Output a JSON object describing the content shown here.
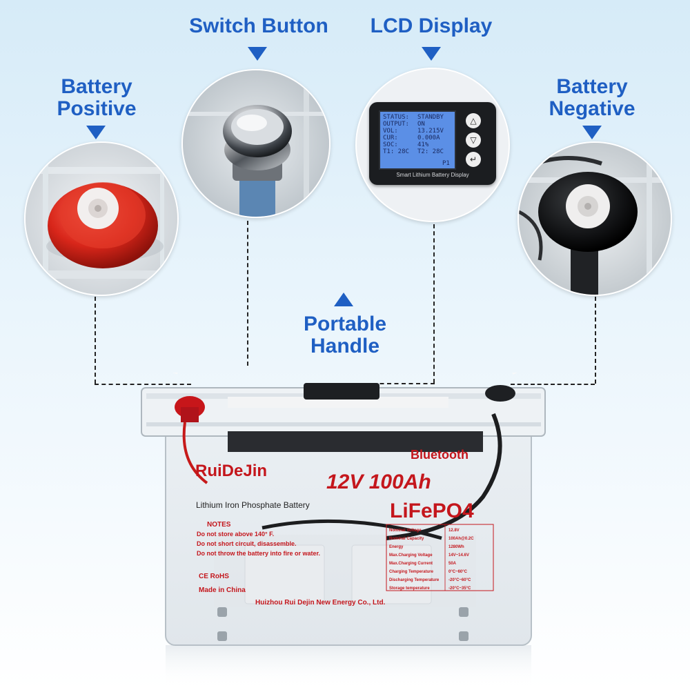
{
  "callouts": {
    "switch_button": "Switch Button",
    "lcd_display": "LCD Display",
    "battery_positive_line1": "Battery",
    "battery_positive_line2": "Positive",
    "battery_negative_line1": "Battery",
    "battery_negative_line2": "Negative",
    "portable_handle_line1": "Portable",
    "portable_handle_line2": "Handle"
  },
  "lcd": {
    "rows": [
      {
        "label": "STATUS:",
        "value": "STANDBY"
      },
      {
        "label": "OUTPUT:",
        "value": "ON"
      },
      {
        "label": "VOL:",
        "value": "13.215V"
      },
      {
        "label": "CUR:",
        "value": "0.000A"
      },
      {
        "label": "SOC:",
        "value": "41%"
      },
      {
        "label": "T1: 28C",
        "value": "T2: 28C"
      }
    ],
    "page": "P1",
    "caption": "Smart Lithium Battery Display"
  },
  "battery": {
    "brand": "RuiDeJin",
    "bluetooth": "Bluetooth",
    "voltage_capacity": "12V 100Ah",
    "chemistry": "LiFePO4",
    "type": "Lithium Iron Phosphate Battery",
    "notes_title": "NOTES",
    "notes": [
      "Do not store above 140° F.",
      "Do not short circuit, disassemble.",
      "Do not throw the battery into fire or water."
    ],
    "cert": "CE RoHS",
    "made_in": "Made in China",
    "manufacturer": "Huizhou Rui Dejin New Energy Co., Ltd.",
    "specs": [
      {
        "label": "Nominal Voltage",
        "value": "12.8V"
      },
      {
        "label": "Nominal Capacity",
        "value": "100Ah@0.2C"
      },
      {
        "label": "Energy",
        "value": "1280Wh"
      },
      {
        "label": "Max.Charging Voltage",
        "value": "14V~14.6V"
      },
      {
        "label": "Max.Charging Current",
        "value": "50A"
      },
      {
        "label": "Charging Temperature",
        "value": "0°C~60°C"
      },
      {
        "label": "Discharging Temperature",
        "value": "-20°C~60°C"
      },
      {
        "label": "Storage temperature",
        "value": "-20°C~35°C"
      }
    ]
  },
  "colors": {
    "accent": "#1f5fc3",
    "brand_red": "#c4161c",
    "lcd_screen": "#5b8fe6"
  }
}
